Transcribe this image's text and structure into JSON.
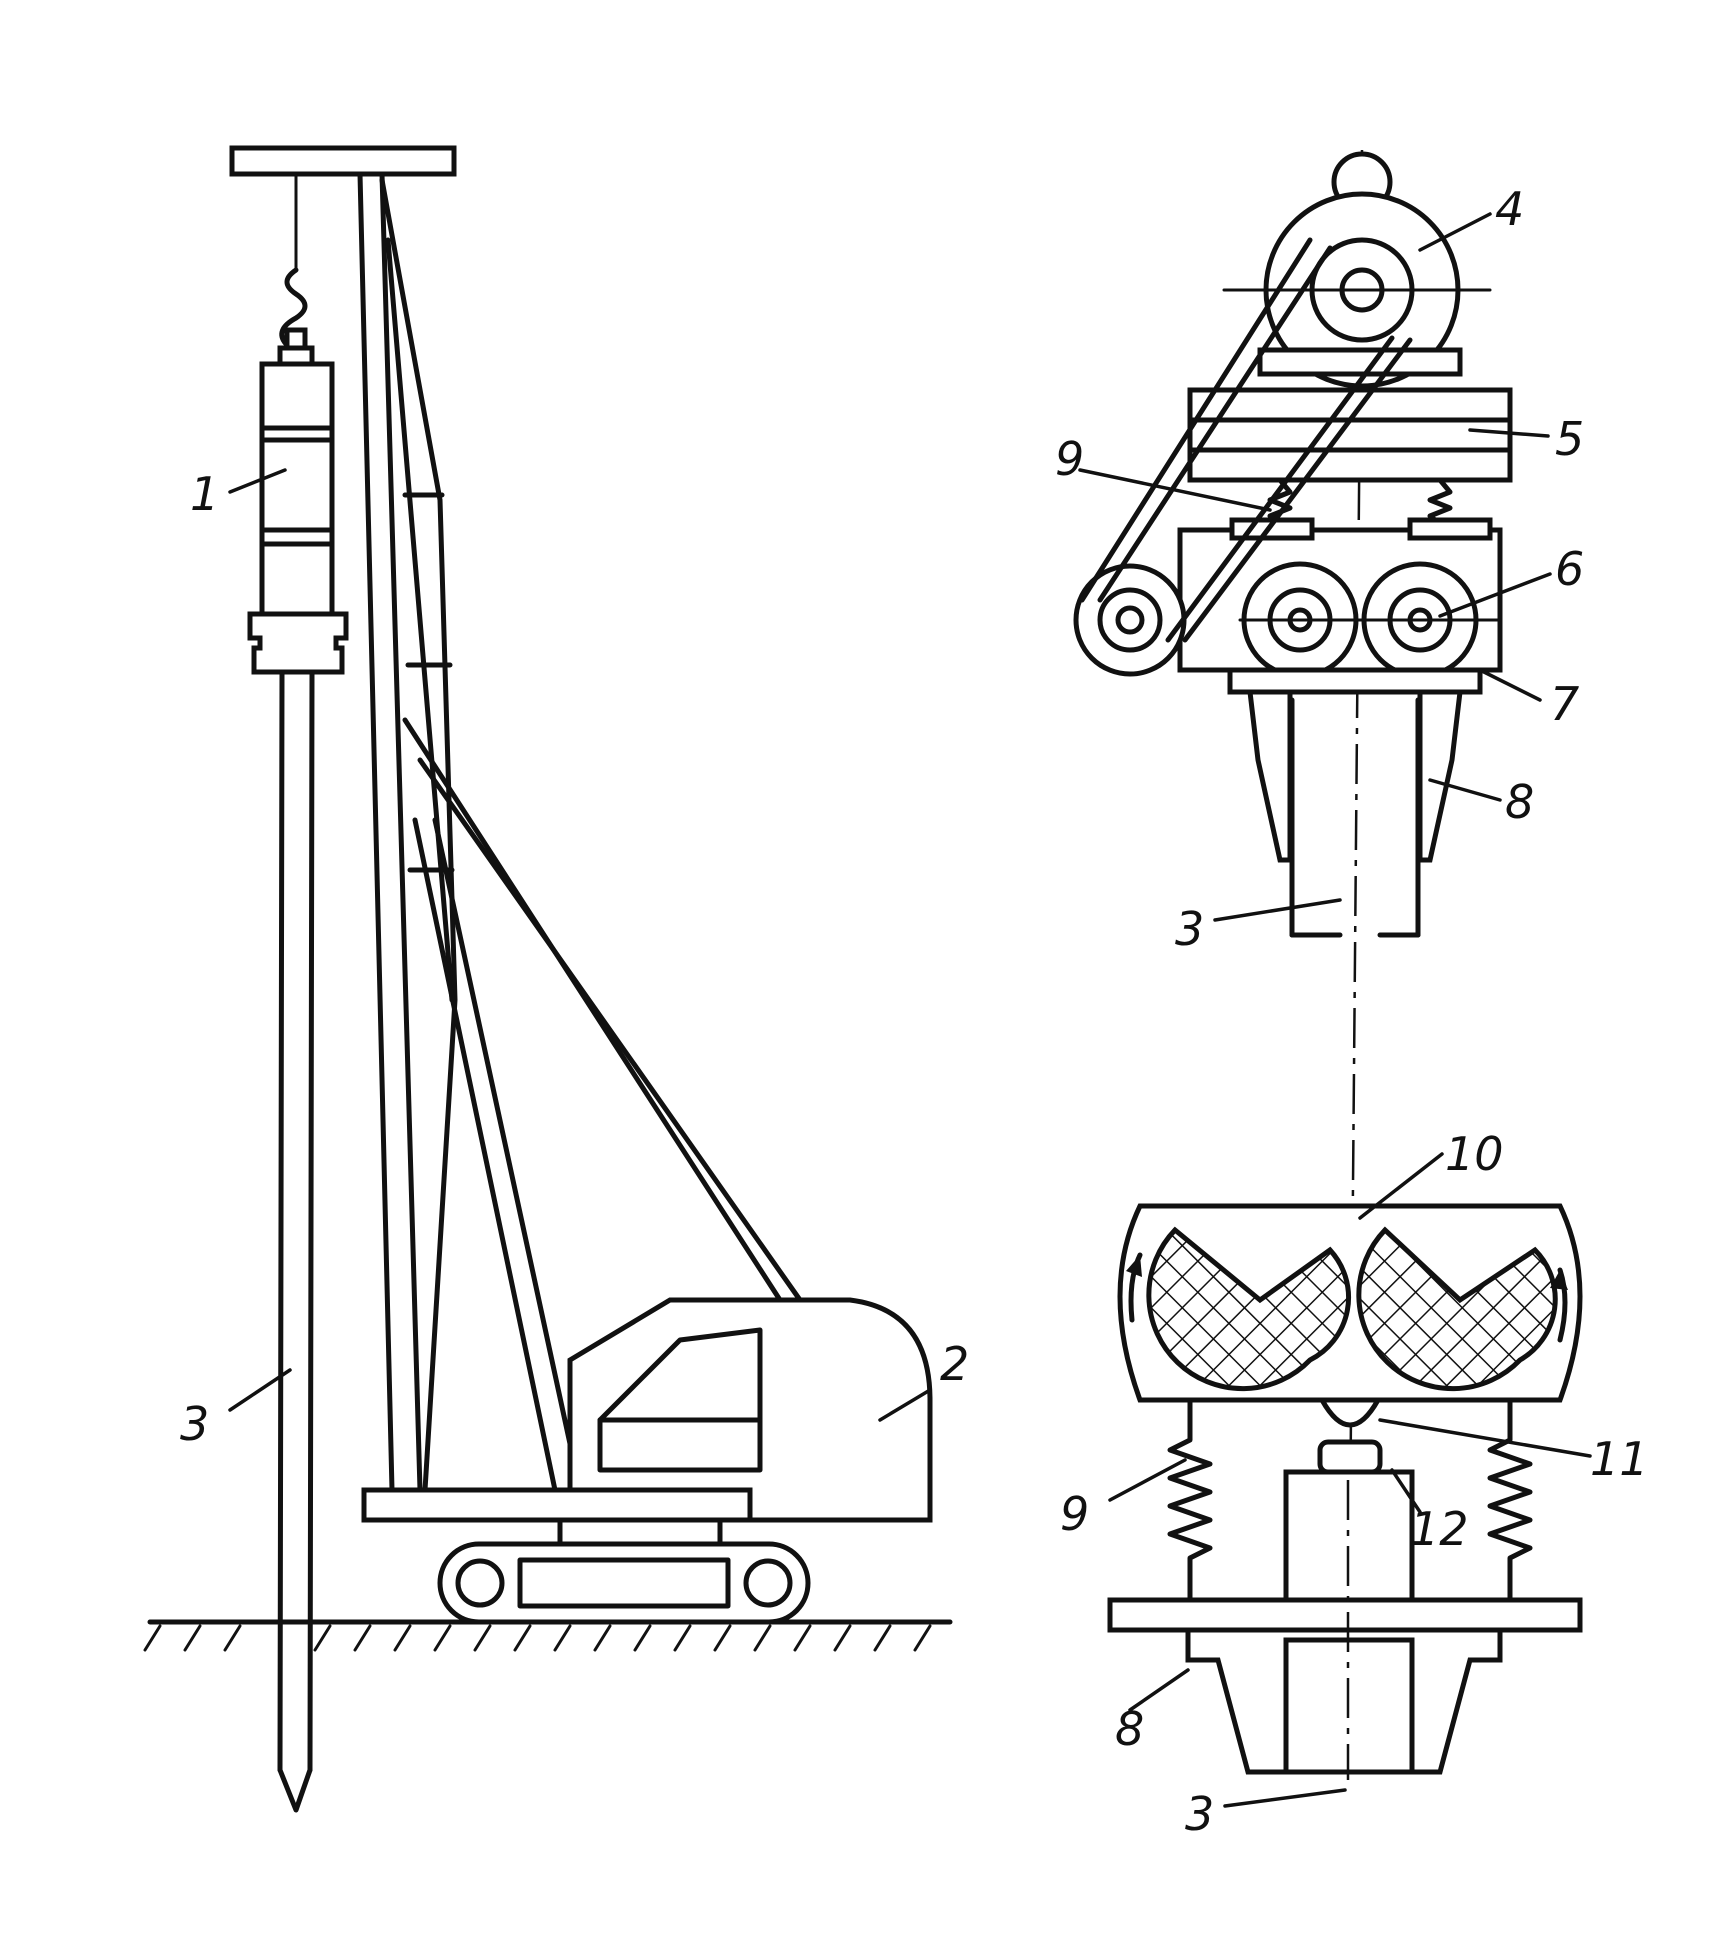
{
  "labels": {
    "l1": "1",
    "l2": "2",
    "l3_main": "3",
    "l4": "4",
    "l5": "5",
    "l6": "6",
    "l7": "7",
    "l8_top": "8",
    "l9_top": "9",
    "l3_top": "3",
    "l10": "10",
    "l11": "11",
    "l12": "12",
    "l9_bottom": "9",
    "l8_bottom": "8",
    "l3_bottom": "3"
  }
}
